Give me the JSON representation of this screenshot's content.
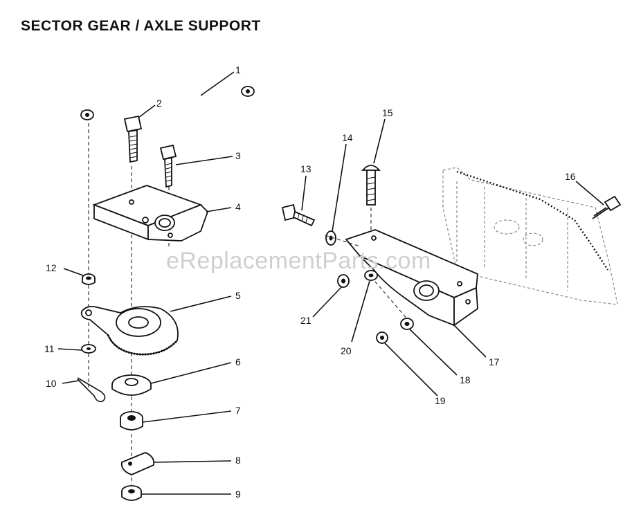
{
  "diagram": {
    "title": "SECTOR GEAR / AXLE SUPPORT",
    "watermark": "eReplacementParts.com",
    "callouts": {
      "p1": "1",
      "p2": "2",
      "p3": "3",
      "p4": "4",
      "p5": "5",
      "p6": "6",
      "p7": "7",
      "p8": "8",
      "p9": "9",
      "p10": "10",
      "p11": "11",
      "p12": "12",
      "p13": "13",
      "p14": "14",
      "p15": "15",
      "p16": "16",
      "p17": "17",
      "p18": "18",
      "p19": "19",
      "p20": "20",
      "p21": "21"
    }
  }
}
